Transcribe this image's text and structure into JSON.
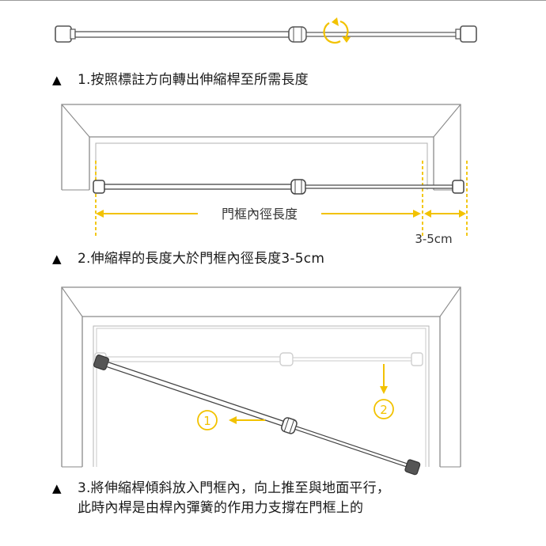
{
  "steps": [
    {
      "marker": "▲",
      "text": "1.按照標註方向轉出伸縮桿至所需長度"
    },
    {
      "marker": "▲",
      "text": "2.伸縮桿的長度大於門框內徑長度3-5cm"
    },
    {
      "marker": "▲",
      "line1": "3.將伸縮桿傾斜放入門框內，向上推至與地面平行，",
      "line2": "此時內桿是由桿內彈簧的作用力支撐在門框上的"
    }
  ],
  "diagram2": {
    "inner_width_label": "門框內徑長度",
    "extra_label": "3-5cm"
  },
  "diagram3": {
    "circle1": "1",
    "circle2": "2"
  },
  "colors": {
    "accent": "#f2c200",
    "frame": "#8a8a8a",
    "rod": "#7a7a7a",
    "ghost_rod": "#d0d0d0"
  }
}
